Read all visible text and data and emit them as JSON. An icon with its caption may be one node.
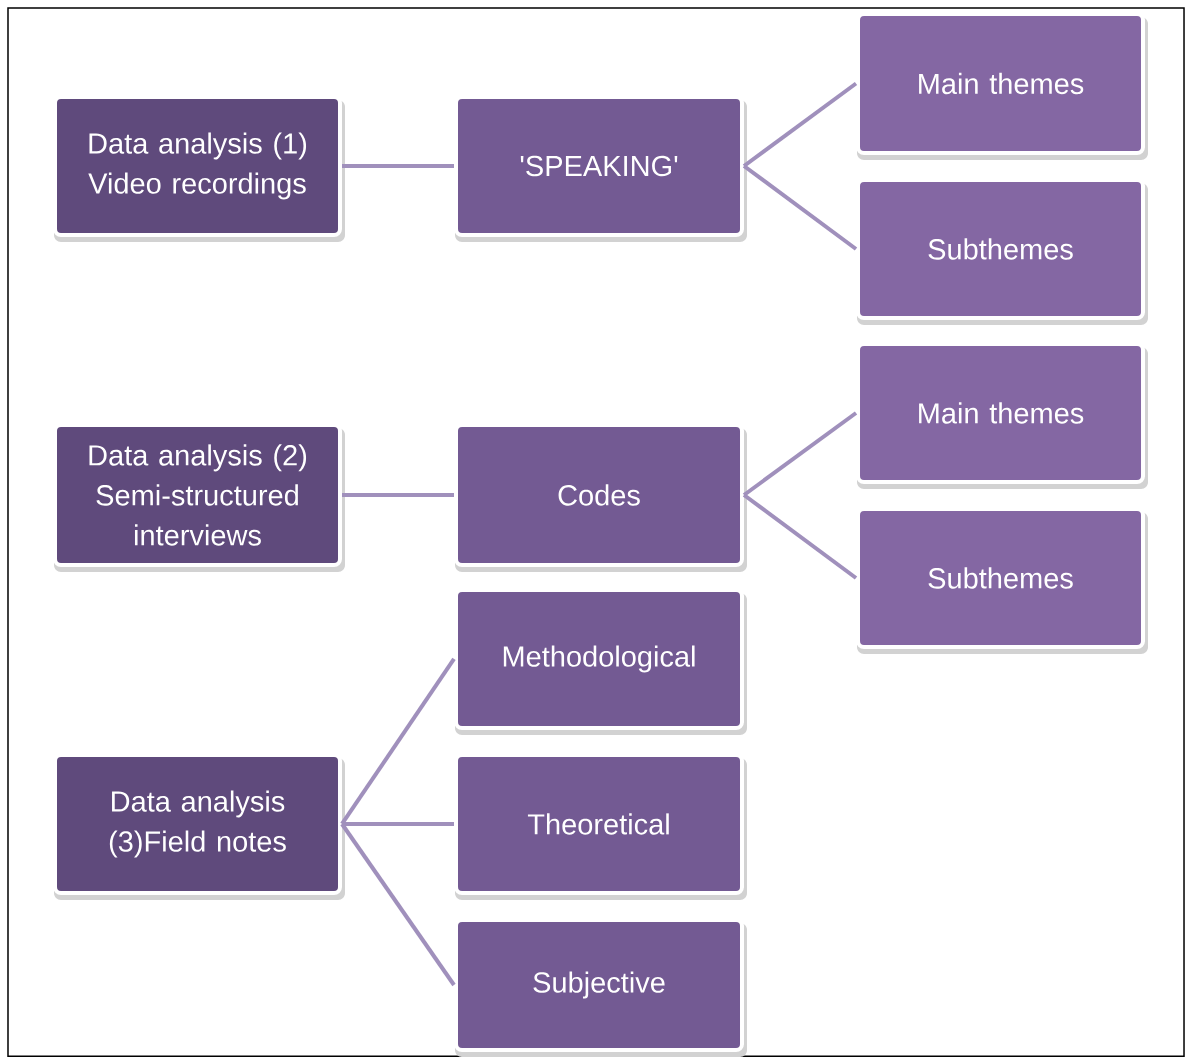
{
  "diagram": {
    "nodes": [
      {
        "text": [
          "Data analysis (1) Video recordings"
        ]
      },
      {
        "text": [
          "'SPEAKING'"
        ]
      },
      {
        "text": [
          "Main themes"
        ]
      },
      {
        "text": [
          "Subthemes"
        ]
      },
      {
        "text": [
          "Data analysis (2) Semi-structured interviews"
        ]
      },
      {
        "text": [
          "Codes"
        ]
      },
      {
        "text": [
          "Main themes"
        ]
      },
      {
        "text": [
          "Subthemes"
        ]
      },
      {
        "text": [
          "Data analysis (3)Field notes"
        ]
      },
      {
        "text": [
          "Methodological"
        ]
      },
      {
        "text": [
          "Theoretical"
        ]
      },
      {
        "text": [
          "Subjective"
        ]
      }
    ],
    "edges": [
      {
        "from": 0,
        "to": 1,
        "arrow": "none"
      },
      {
        "from": 1,
        "to": 2,
        "arrow": "none"
      },
      {
        "from": 1,
        "to": 3,
        "arrow": "none"
      },
      {
        "from": 4,
        "to": 5,
        "arrow": "none"
      },
      {
        "from": 5,
        "to": 6,
        "arrow": "none"
      },
      {
        "from": 5,
        "to": 7,
        "arrow": "none"
      },
      {
        "from": 8,
        "to": 9,
        "arrow": "none"
      },
      {
        "from": 8,
        "to": 10,
        "arrow": "none"
      },
      {
        "from": 8,
        "to": 11,
        "arrow": "none"
      }
    ]
  }
}
